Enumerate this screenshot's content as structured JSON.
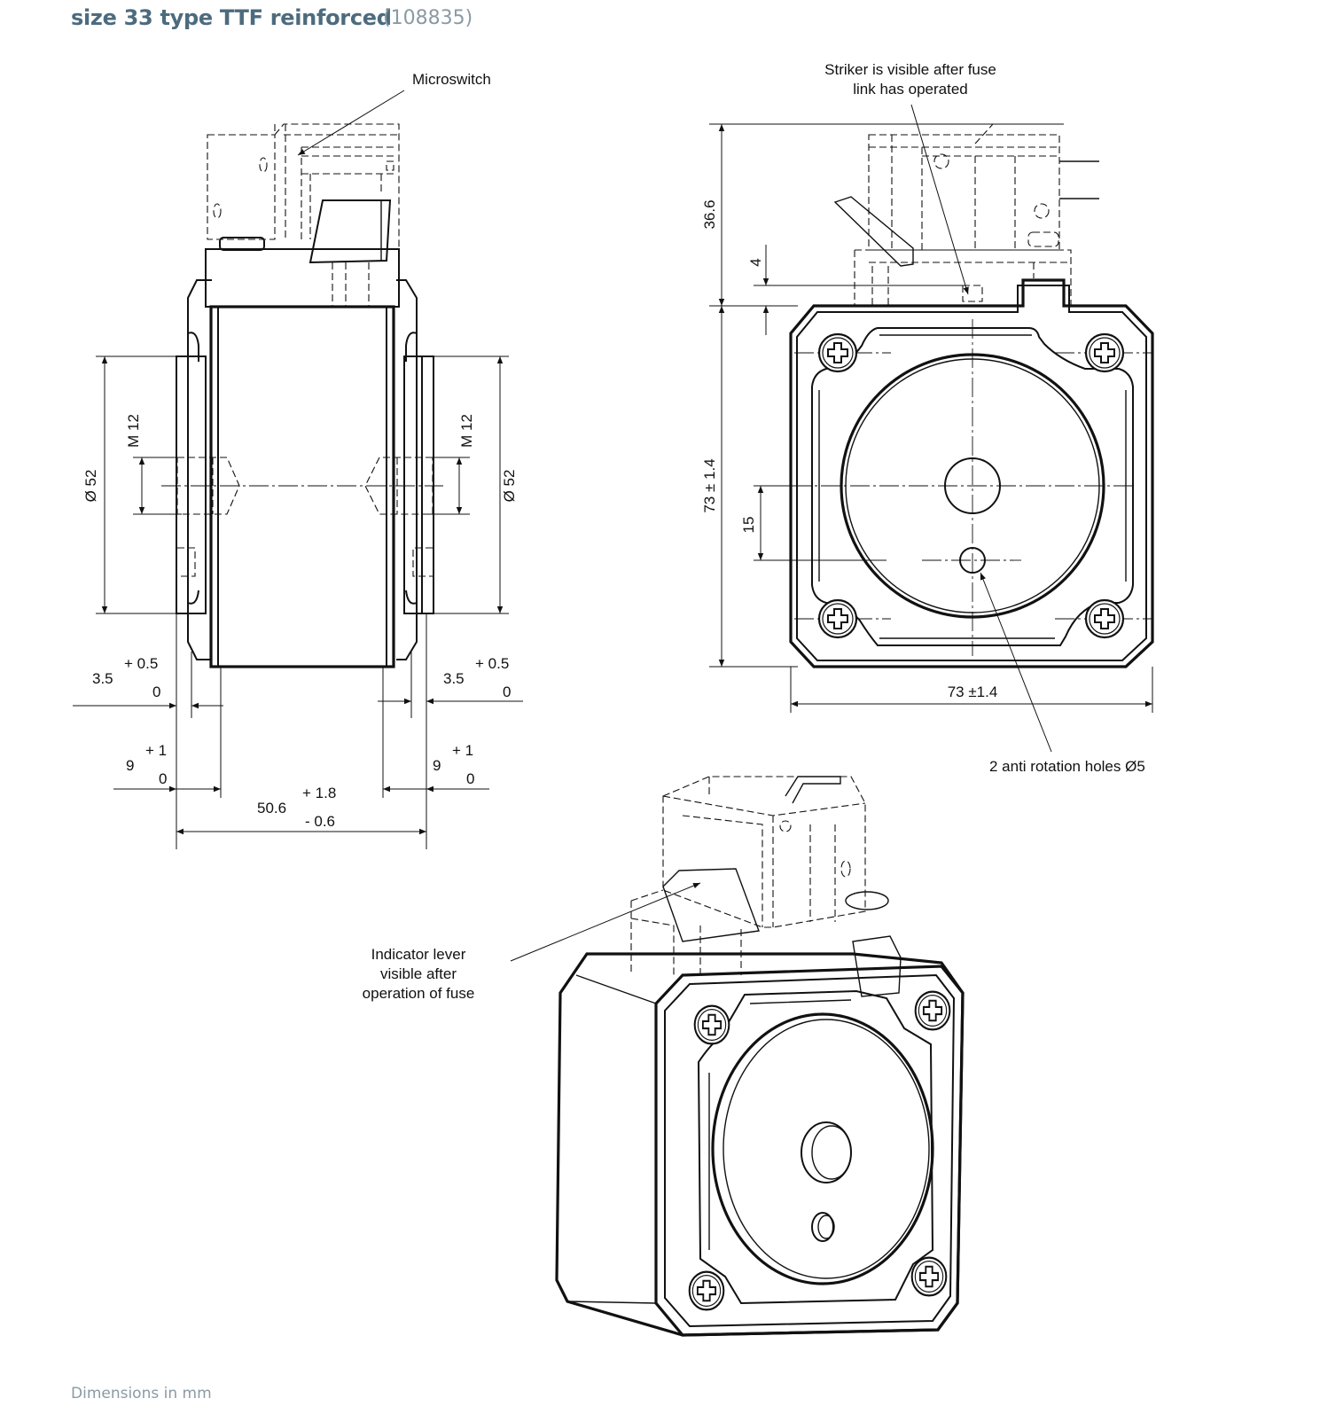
{
  "header": {
    "title": "size 33 type TTF reinforced",
    "code": "(108835)"
  },
  "footer": {
    "note": "Dimensions in mm"
  },
  "callouts": {
    "microswitch": "Microswitch",
    "striker_1": "Striker is visible after fuse",
    "striker_2": "link has operated",
    "anti_rotation": "2 anti rotation holes Ø5",
    "indicator_1": "Indicator lever",
    "indicator_2": "visible after",
    "indicator_3": "operation of fuse"
  },
  "side_view": {
    "thread_left": "M 12",
    "dia_left": "Ø 52",
    "thread_right": "M 12",
    "dia_right": "Ø 52",
    "tol_left_nom": "3.5",
    "tol_left_up": "+ 0.5",
    "tol_left_low": "0",
    "tol_right_nom": "3.5",
    "tol_right_up": "+ 0.5",
    "tol_right_low": "0",
    "nine_left_nom": "9",
    "nine_left_up": "+ 1",
    "nine_left_low": "0",
    "nine_right_nom": "9",
    "nine_right_up": "+ 1",
    "nine_right_low": "0",
    "length_nom": "50.6",
    "length_up": "+ 1.8",
    "length_low": "- 0.6"
  },
  "front_view": {
    "height_top": "36.6",
    "gap": "4",
    "height_body": "73 ± 1.4",
    "offset": "15",
    "width_body": "73 ±1.4"
  }
}
